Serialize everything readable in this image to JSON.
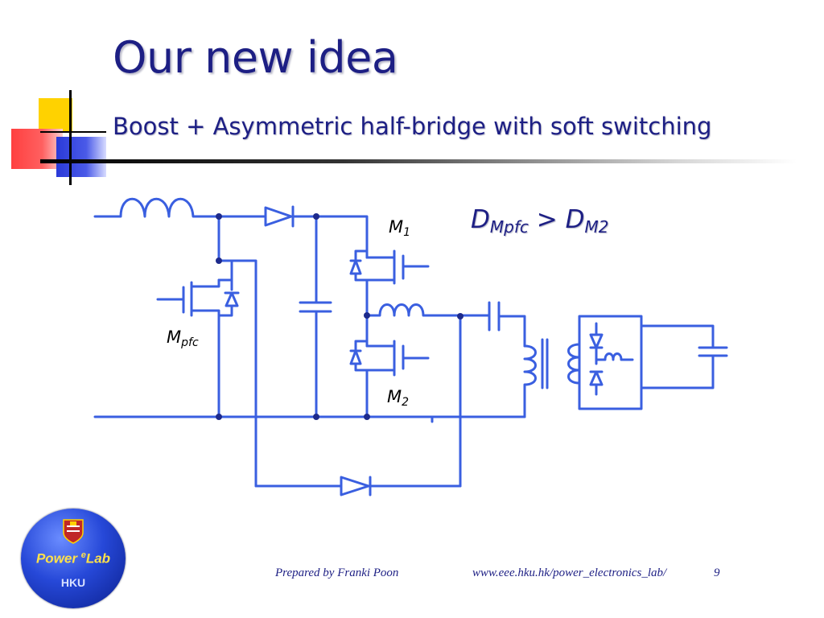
{
  "slide": {
    "title": "Our new idea",
    "subtitle": "Boost + Asymmetric half-bridge with soft switching",
    "equation": {
      "d1": "D",
      "d1_sub": "Mpfc",
      "op": " > ",
      "d2": "D",
      "d2_sub": "M2"
    },
    "labels": {
      "m1": "M",
      "m1_sub": "1",
      "m2": "M",
      "m2_sub": "2",
      "mpfc": "M",
      "mpfc_sub": "pfc"
    },
    "footer": {
      "prepared": "Prepared by Franki Poon",
      "url": "www.eee.hku.hk/power_electronics_lab/",
      "page": "9"
    },
    "logo": {
      "name": "Power ",
      "sup": "e",
      "name2": "Lab",
      "org": "HKU"
    }
  },
  "colors": {
    "title": "#1d1f84",
    "wire": "#3a5fe0",
    "deco_yellow": "#ffd200",
    "deco_red": "#ff3030",
    "deco_blue": "#2a3ad8"
  }
}
